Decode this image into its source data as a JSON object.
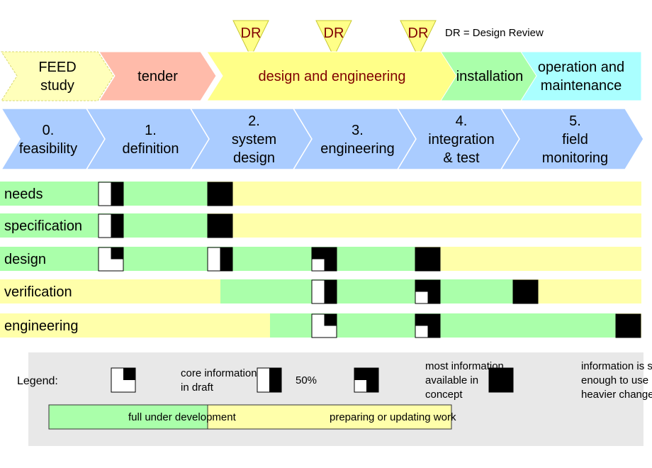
{
  "review_note": "DR = Design Review",
  "dr_markers": [
    "DR",
    "DR",
    "DR"
  ],
  "phases": [
    {
      "lines": [
        "FEED",
        "study"
      ],
      "color": "#ffffbb",
      "text_color": "#000000"
    },
    {
      "lines": [
        "tender"
      ],
      "color": "#ffbbaa",
      "text_color": "#000000"
    },
    {
      "lines": [
        "design and engineering"
      ],
      "color": "#ffff88",
      "text_color": "#800000"
    },
    {
      "lines": [
        "installation"
      ],
      "color": "#aaffaa",
      "text_color": "#000000"
    },
    {
      "lines": [
        "operation and",
        "maintenance"
      ],
      "color": "#aaffff",
      "text_color": "#000000"
    }
  ],
  "stages": [
    {
      "lines": [
        "0.",
        "feasibility"
      ]
    },
    {
      "lines": [
        "1.",
        "definition"
      ]
    },
    {
      "lines": [
        "2.",
        "system",
        "design"
      ]
    },
    {
      "lines": [
        "3.",
        "engineering"
      ]
    },
    {
      "lines": [
        "4.",
        "integration",
        "& test"
      ]
    },
    {
      "lines": [
        "5.",
        "field",
        "monitoring"
      ]
    }
  ],
  "stage_color": "#aaccff",
  "colors": {
    "full_development": "#aaffaa",
    "preparing_updating": "#ffffaa",
    "marker_fill": "#000000",
    "legend_background": "#e8e8e8"
  },
  "rows": [
    {
      "label": "needs",
      "green_stages": [
        1
      ],
      "markers": [
        {
          "stage": 1,
          "state": "50%"
        },
        {
          "stage": 2,
          "state": "stable"
        }
      ]
    },
    {
      "label": "specification",
      "green_stages": [
        1
      ],
      "markers": [
        {
          "stage": 1,
          "state": "50%"
        },
        {
          "stage": 2,
          "state": "stable"
        }
      ]
    },
    {
      "label": "design",
      "green_stages": [
        1,
        2,
        3
      ],
      "markers": [
        {
          "stage": 1,
          "state": "core information in draft"
        },
        {
          "stage": 2,
          "state": "50%"
        },
        {
          "stage": 3,
          "state": "most information available in concept"
        },
        {
          "stage": 4,
          "state": "stable"
        }
      ]
    },
    {
      "label": "verification",
      "green_stages": [
        2,
        3,
        4
      ],
      "markers": [
        {
          "stage": 3,
          "state": "50%"
        },
        {
          "stage": 4,
          "state": "most information available in concept"
        },
        {
          "stage": 5,
          "state": "stable"
        }
      ]
    },
    {
      "label": "engineering",
      "green_stages": [
        3,
        4,
        5
      ],
      "markers": [
        {
          "stage": 3,
          "state": "core information in draft"
        },
        {
          "stage": 4,
          "state": "most information available in concept"
        },
        {
          "stage": 6,
          "state": "stable"
        }
      ]
    }
  ],
  "legend": {
    "title": "Legend:",
    "items": [
      {
        "lines": [
          "core information",
          "in draft"
        ],
        "state": "core information in draft"
      },
      {
        "lines": [
          "50%"
        ],
        "state": "50%"
      },
      {
        "lines": [
          "most information",
          "available in",
          "concept"
        ],
        "state": "most information available in concept"
      },
      {
        "lines": [
          "information is stable",
          "enough to use",
          "heavier change control"
        ],
        "state": "stable"
      }
    ],
    "bars": [
      "full under development",
      "preparing or updating work"
    ]
  }
}
